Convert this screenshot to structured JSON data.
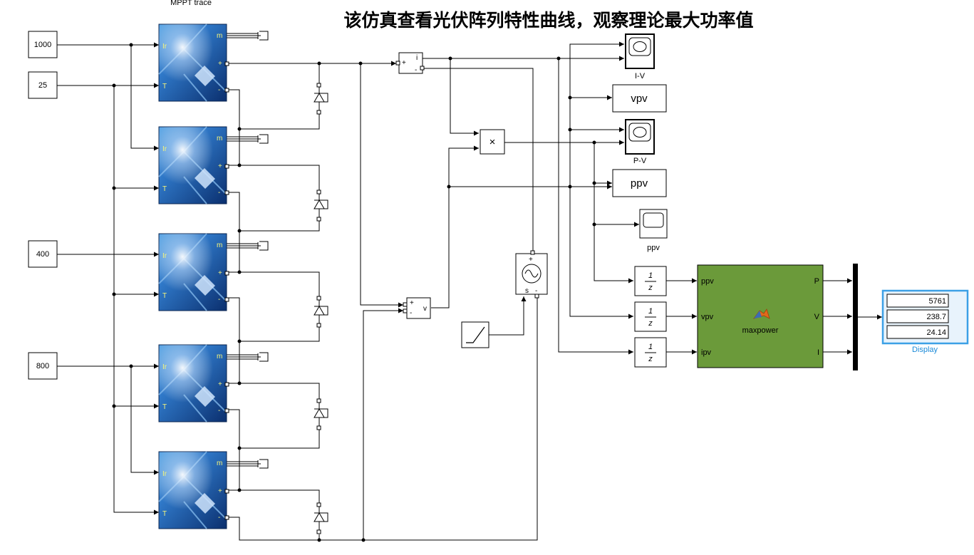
{
  "title": "该仿真查看光伏阵列特性曲线，观察理论最大功率值",
  "pv_top_label": "MPPT trace",
  "constants": [
    "1000",
    "25",
    "400",
    "800"
  ],
  "pv_ports": {
    "ir": "Ir",
    "t": "T",
    "m": "m",
    "plus": "+",
    "minus": "-"
  },
  "sum_block": {
    "in_plus": "+",
    "in_minus": "-",
    "out_i": "i",
    "out_v": "v"
  },
  "product_symbol": "×",
  "scopes": {
    "iv": "I-V",
    "pv": "P-V",
    "ppv": "ppv"
  },
  "display_blocks": {
    "vpv": "vpv",
    "ppv": "ppv"
  },
  "source_ports": {
    "plus": "+",
    "s": "s",
    "minus": "-"
  },
  "unit_delay": {
    "num": "1",
    "den": "z"
  },
  "maxpower": {
    "name": "maxpower",
    "inputs": [
      "ppv",
      "vpv",
      "ipv"
    ],
    "outputs": [
      "P",
      "V",
      "I"
    ],
    "color": "#6b9a3a"
  },
  "display": {
    "name": "Display",
    "values": [
      "5761",
      "238.7",
      "24.14"
    ],
    "accent": "#3ca0e6"
  }
}
